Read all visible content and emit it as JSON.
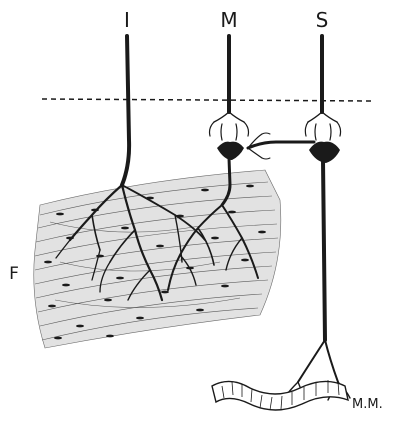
{
  "labels": {
    "neuron_i": "I",
    "neuron_m": "M",
    "neuron_s": "S",
    "fibers": "F",
    "mucous_membrane": "M.M."
  },
  "colors": {
    "ink": "#1a1a1a",
    "tissue": "#e2e2e2",
    "background": "#ffffff"
  }
}
